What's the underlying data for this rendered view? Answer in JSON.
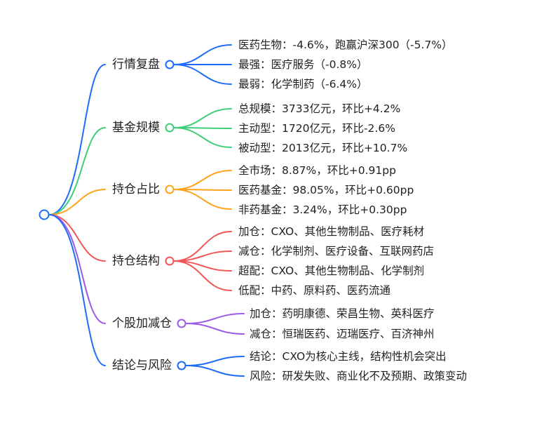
{
  "mindmap": {
    "root": {
      "icon": "root-circle-node",
      "color": "#1e6cfa"
    },
    "branches": [
      {
        "label": "行情复盘",
        "color": "#1e6cfa",
        "leaves": [
          "医药生物：-4.6%，跑赢沪深300（-5.7%）",
          "最强：医疗服务（-0.8%）",
          "最弱：化学制药（-6.4%）"
        ]
      },
      {
        "label": "基金规模",
        "color": "#3dcf78",
        "leaves": [
          "总规模：3733亿元，环比+4.2%",
          "主动型：1720亿元，环比-2.6%",
          "被动型：2013亿元，环比+10.7%"
        ]
      },
      {
        "label": "持仓占比",
        "color": "#ffa31a",
        "leaves": [
          "全市场：8.87%，环比+0.91pp",
          "医药基金：98.05%，环比+0.60pp",
          "非药基金：3.24%，环比+0.30pp"
        ]
      },
      {
        "label": "持仓结构",
        "color": "#f25757",
        "leaves": [
          "加仓：CXO、其他生物制品、医疗耗材",
          "减仓：化学制剂、医疗设备、互联网药店",
          "超配：CXO、其他生物制品、化学制剂",
          "低配：中药、原料药、医药流通"
        ]
      },
      {
        "label": "个股加减仓",
        "color": "#9c5ce6",
        "leaves": [
          "加仓：药明康德、荣昌生物、英科医疗",
          "减仓：恒瑞医药、迈瑞医疗、百济神州"
        ]
      },
      {
        "label": "结论与风险",
        "color": "#1e6cfa",
        "leaves": [
          "结论：CXO为核心主线，结构性机会突出",
          "风险：研发失败、商业化不及预期、政策变动"
        ]
      }
    ]
  }
}
